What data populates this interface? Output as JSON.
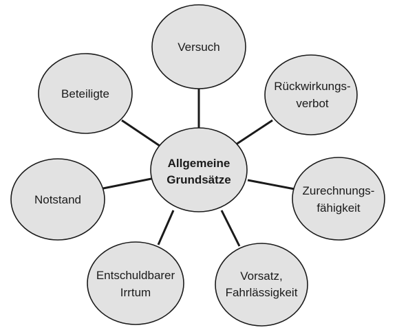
{
  "center": {
    "line1": "Allgemeine",
    "line2": "Grundsätze"
  },
  "nodes": [
    {
      "id": "versuch",
      "lines": [
        "Versuch"
      ]
    },
    {
      "id": "rueckwirkungsverbot",
      "lines": [
        "Rückwirkungs-",
        "verbot"
      ]
    },
    {
      "id": "zurechnungsfaehigkeit",
      "lines": [
        "Zurechnungs-",
        "fähigkeit"
      ]
    },
    {
      "id": "vorsatz",
      "lines": [
        "Vorsatz,",
        "Fahrlässigkeit"
      ]
    },
    {
      "id": "entschuldbarer-irrtum",
      "lines": [
        "Entschuldbarer",
        "Irrtum"
      ]
    },
    {
      "id": "notstand",
      "lines": [
        "Notstand"
      ]
    },
    {
      "id": "beteiligte",
      "lines": [
        "Beteiligte"
      ]
    }
  ]
}
